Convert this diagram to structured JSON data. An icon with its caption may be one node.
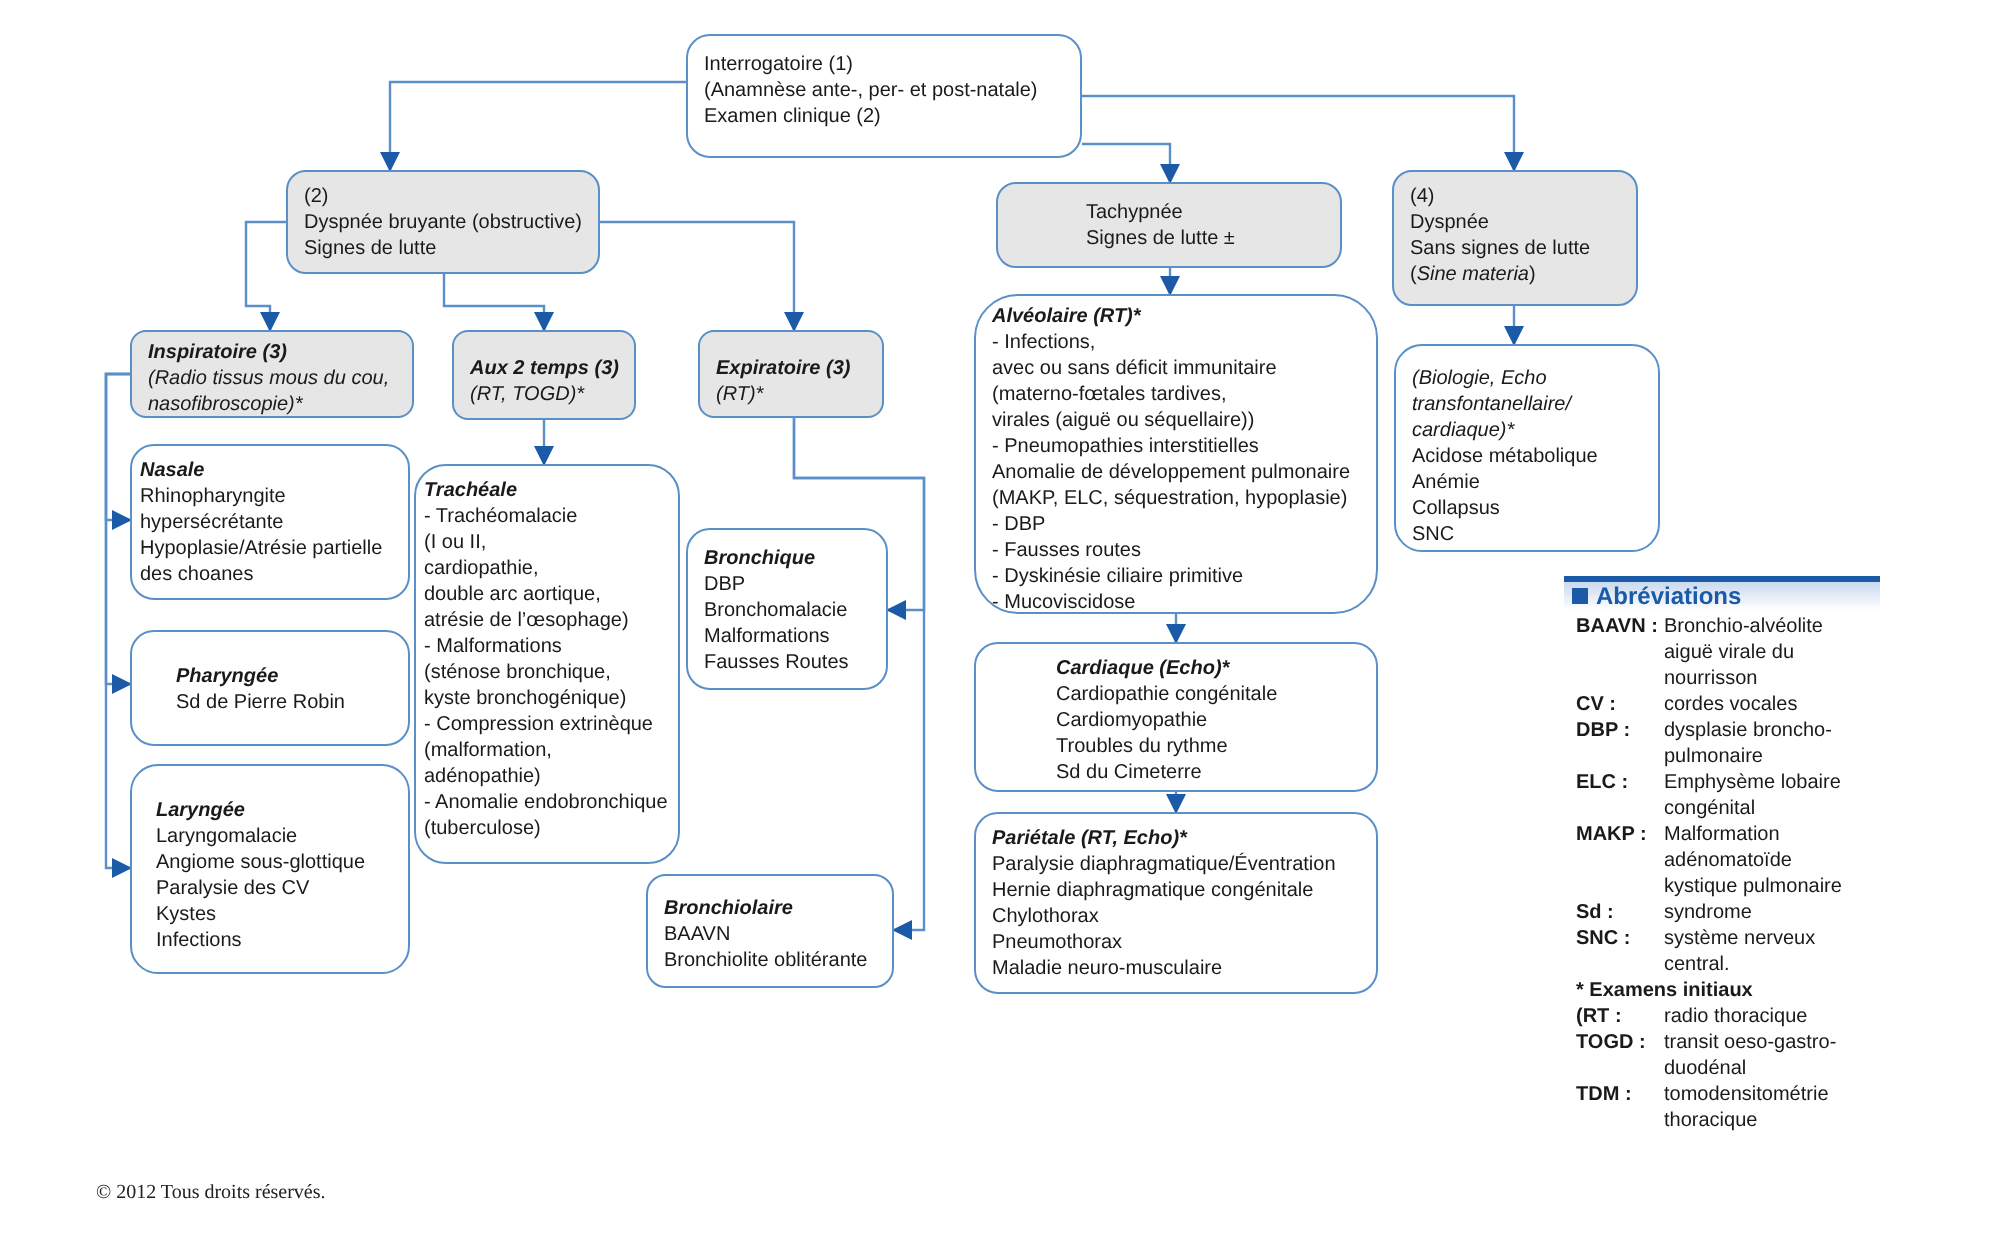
{
  "diagram": {
    "nodes": [
      {
        "text": [
          "Interrogatoire (1)",
          "(Anamnèse ante-, per- et post-natale)",
          "Examen clinique (2)"
        ]
      },
      {
        "text": [
          "(2)",
          "Dyspnée bruyante (obstructive)",
          "Signes de lutte"
        ]
      },
      {
        "text": [
          "Tachypnée",
          "Signes de lutte ±"
        ]
      },
      {
        "text": [
          "(4)",
          "Dyspnée",
          "Sans signes de lutte",
          "(*Sine materia*)"
        ]
      },
      {
        "text": [
          "Inspiratoire (3)",
          "(Radio tissus mous du cou, nasofibroscopie)*"
        ]
      },
      {
        "text": [
          "Aux 2 temps (3)",
          "(RT, TOGD)*"
        ]
      },
      {
        "text": [
          "Expiratoire (3)",
          "(RT)*"
        ]
      },
      {
        "text": [
          "Alvéolaire (RT)*",
          "- Infections,",
          "avec ou sans déficit immunitaire",
          "(materno-fœtales tardives,",
          "virales (aiguë ou séquellaire))",
          "- Pneumopathies interstitielles",
          "Anomalie de développement pulmonaire",
          "(MAKP, ELC, séquestration, hypoplasie)",
          "- DBP",
          "- Fausses routes",
          "- Dyskinésie ciliaire primitive",
          "- Mucoviscidose"
        ]
      },
      {
        "text": [
          "Cardiaque (Echo)*",
          "Cardiopathie congénitale",
          "Cardiomyopathie",
          "Troubles du rythme",
          "Sd du Cimeterre"
        ]
      },
      {
        "text": [
          "Pariétale (RT, Echo)*",
          "Paralysie diaphragmatique/Éventration",
          "Hernie diaphragmatique congénitale",
          "Chylothorax",
          "Pneumothorax",
          "Maladie neuro-musculaire"
        ]
      },
      {
        "text": [
          "(Biologie, Echo transfontanellaire/ cardiaque)*",
          "Acidose métabolique",
          "Anémie",
          "Collapsus",
          "SNC"
        ]
      },
      {
        "text": [
          "Nasale",
          "Rhinopharyngite hypersécrétante",
          "Hypoplasie/Atrésie partielle des choanes"
        ]
      },
      {
        "text": [
          "Pharyngée",
          "Sd de Pierre Robin"
        ]
      },
      {
        "text": [
          "Laryngée",
          "Laryngomalacie",
          "Angiome sous-glottique",
          "Paralysie des CV",
          "Kystes",
          "Infections"
        ]
      },
      {
        "text": [
          "Trachéale",
          "- Trachéomalacie",
          "(I ou II,",
          "cardiopathie,",
          "double arc aortique,",
          "atrésie de l’œsophage)",
          "- Malformations",
          "(sténose bronchique,",
          "kyste bronchogénique)",
          "- Compression extrinèque",
          "(malformation,",
          "adénopathie)",
          "- Anomalie endobronchique",
          "(tuberculose)"
        ]
      },
      {
        "text": [
          "Bronchique",
          "DBP",
          "Bronchomalacie",
          "Malformations",
          "Fausses Routes"
        ]
      },
      {
        "text": [
          "Bronchiolaire",
          "BAAVN",
          "Bronchiolite oblitérante"
        ]
      }
    ],
    "edges": [
      {
        "from": 0,
        "to": 1,
        "arrow": "to"
      },
      {
        "from": 0,
        "to": 2,
        "arrow": "to"
      },
      {
        "from": 0,
        "to": 3,
        "arrow": "to"
      },
      {
        "from": 1,
        "to": 4,
        "arrow": "to"
      },
      {
        "from": 1,
        "to": 5,
        "arrow": "to"
      },
      {
        "from": 1,
        "to": 6,
        "arrow": "to"
      },
      {
        "from": 4,
        "to": 11,
        "arrow": "to"
      },
      {
        "from": 4,
        "to": 12,
        "arrow": "to"
      },
      {
        "from": 4,
        "to": 13,
        "arrow": "to"
      },
      {
        "from": 5,
        "to": 14,
        "arrow": "to"
      },
      {
        "from": 6,
        "to": 15,
        "arrow": "to"
      },
      {
        "from": 6,
        "to": 16,
        "arrow": "to"
      },
      {
        "from": 2,
        "to": 7,
        "arrow": "to"
      },
      {
        "from": 7,
        "to": 8,
        "arrow": "to"
      },
      {
        "from": 8,
        "to": 9,
        "arrow": "to"
      },
      {
        "from": 3,
        "to": 10,
        "arrow": "to"
      }
    ],
    "labels": [
      "Abréviations",
      "BAAVN :",
      "Bronchio-alvéolite aiguë virale du nourrisson",
      "CV :",
      "cordes vocales",
      "DBP :",
      "dysplasie broncho-pulmonaire",
      "ELC :",
      "Emphysème lobaire congénital",
      "MAKP :",
      "Malformation adénomatoïde kystique pulmonaire",
      "Sd :",
      "syndrome",
      "SNC :",
      "système nerveux central.",
      "* Examens initiaux",
      "(RT :",
      "radio thoracique",
      "TOGD :",
      "transit oeso-gastro-duodénal",
      "TDM :",
      "tomodensitométrie thoracique",
      "© 2012 Tous droits réservés."
    ]
  }
}
